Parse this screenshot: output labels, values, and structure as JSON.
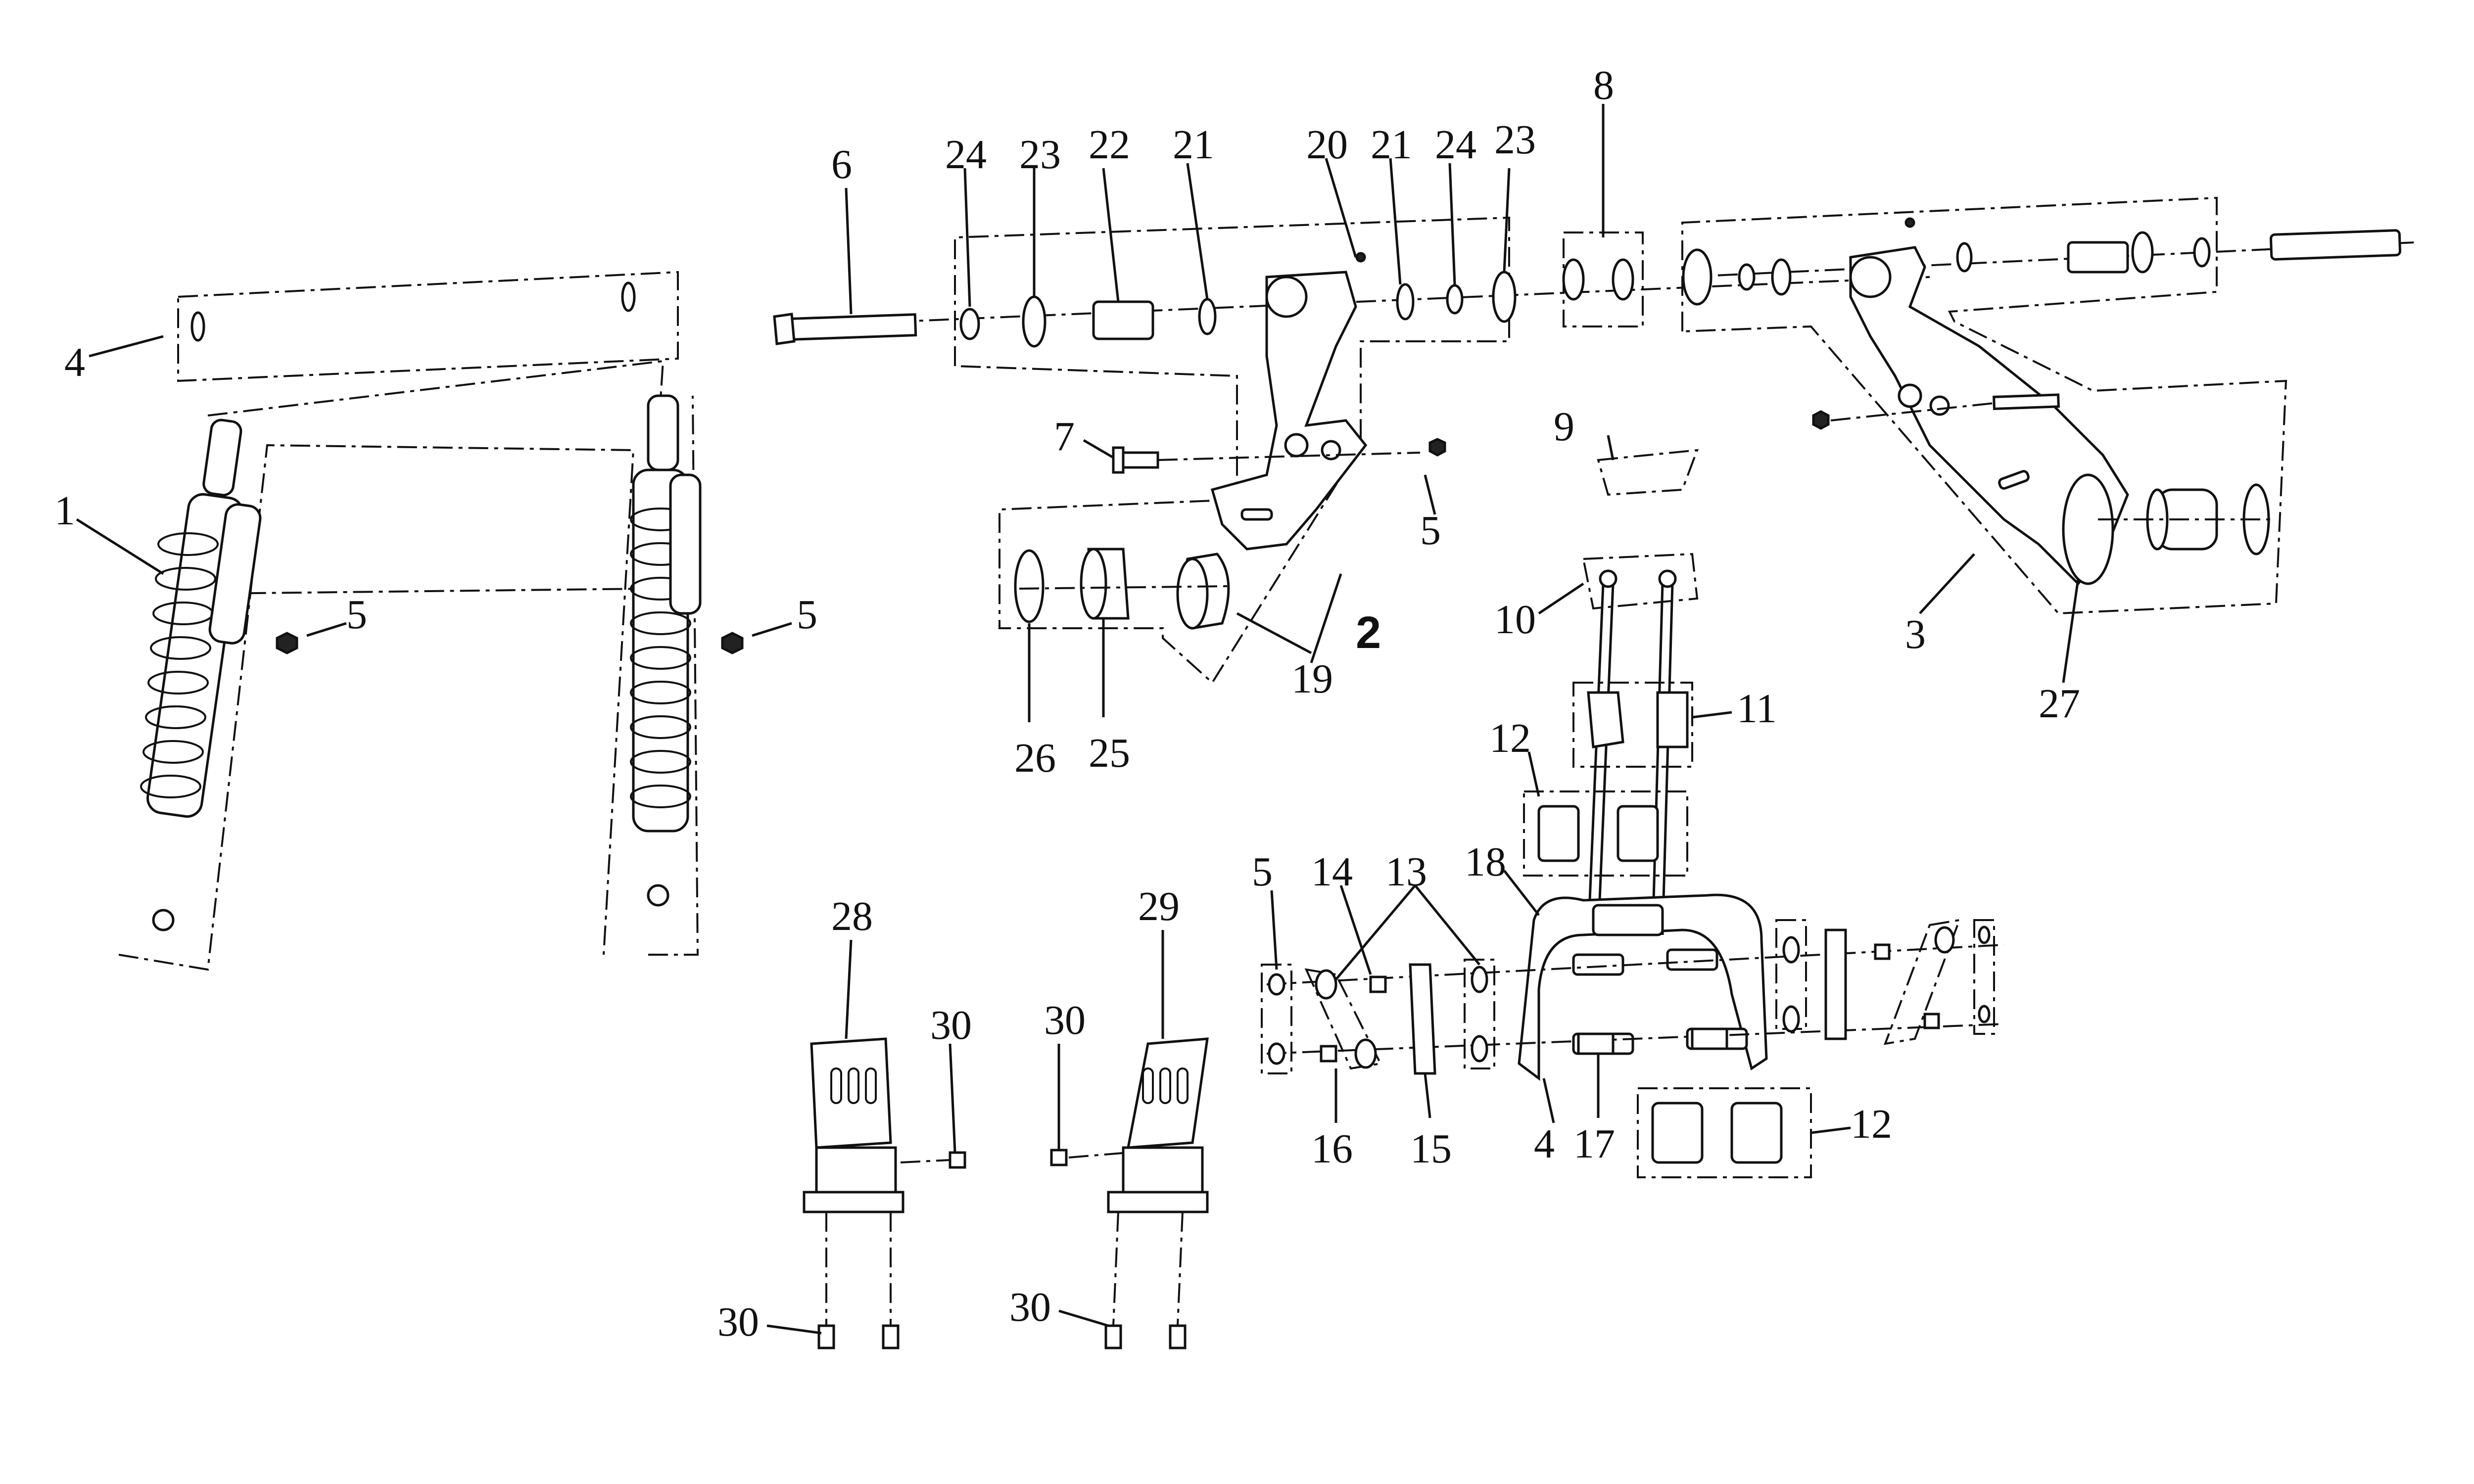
{
  "callouts": {
    "c1": "1",
    "c2": "2",
    "c3": "3",
    "c4a": "4",
    "c4b": "4",
    "c5a": "5",
    "c5b": "5",
    "c5c": "5",
    "c5d": "5",
    "c6": "6",
    "c7": "7",
    "c8": "8",
    "c9": "9",
    "c10": "10",
    "c11": "11",
    "c12a": "12",
    "c12b": "12",
    "c13": "13",
    "c14": "14",
    "c15": "15",
    "c16": "16",
    "c17": "17",
    "c18": "18",
    "c19": "19",
    "c20": "20",
    "c21a": "21",
    "c21b": "21",
    "c22": "22",
    "c23a": "23",
    "c23b": "23",
    "c24a": "24",
    "c24b": "24",
    "c25": "25",
    "c26": "26",
    "c27": "27",
    "c28": "28",
    "c29": "29",
    "c30a": "30",
    "c30b": "30",
    "c30c": "30",
    "c30d": "30"
  }
}
